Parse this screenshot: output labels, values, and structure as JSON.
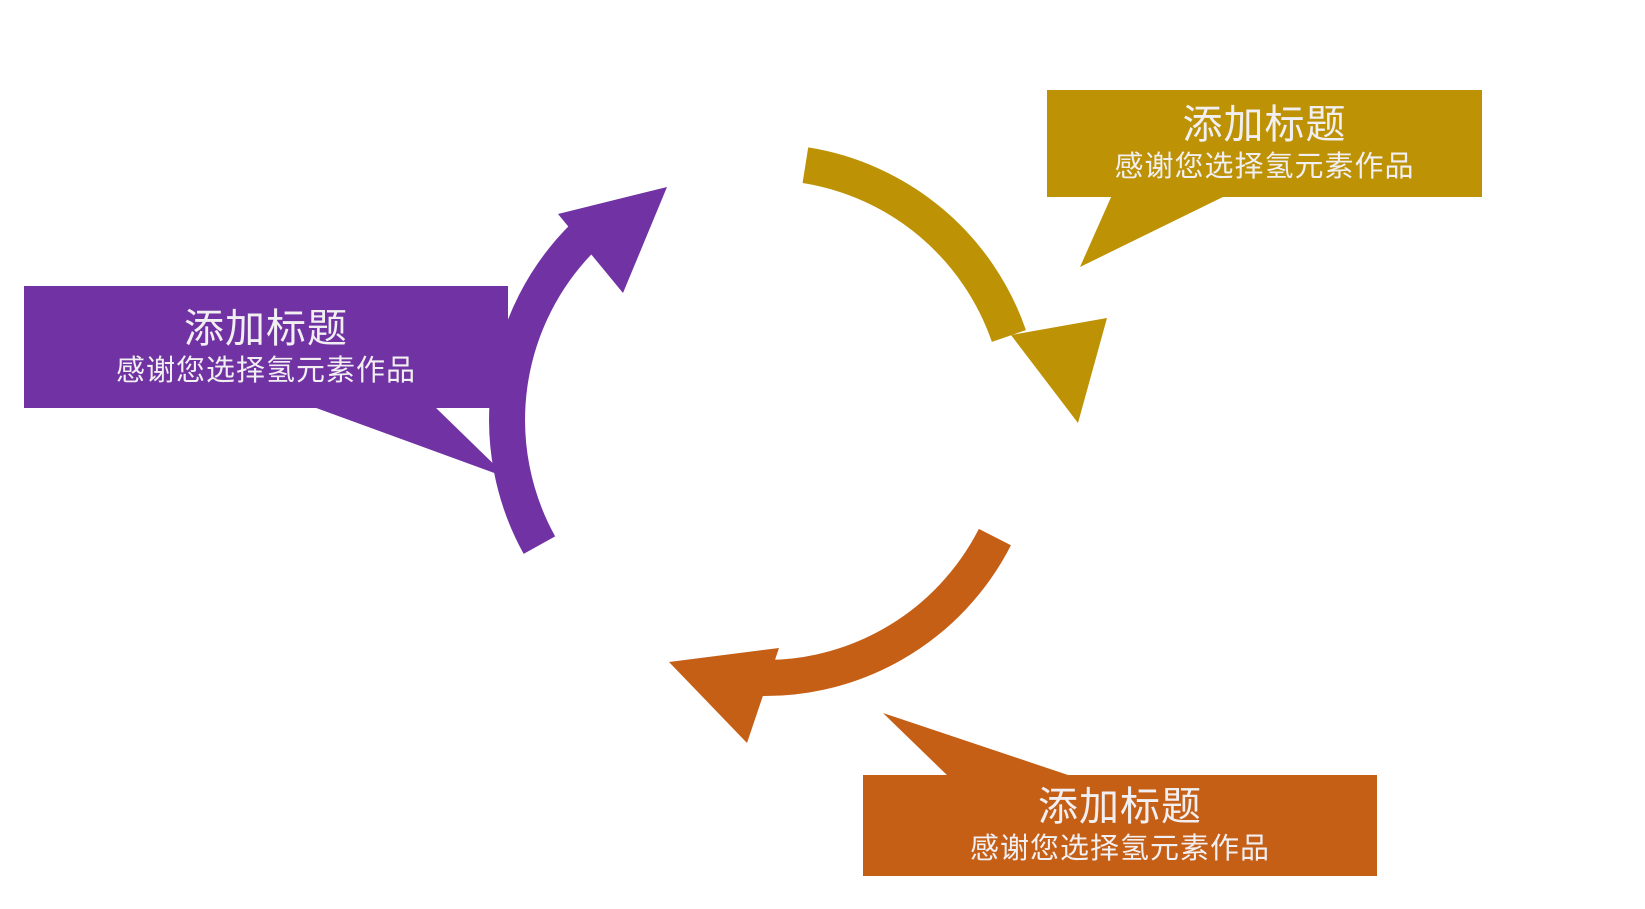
{
  "page": {
    "background_color": "#FFFFFF"
  },
  "diagram": {
    "type": "cycle-arrow-callout",
    "direction": "clockwise",
    "text_color": "#F1EFF2",
    "nodes": [
      {
        "position": "top-right",
        "color": "#BD9204",
        "title": "添加标题",
        "subtitle": "感谢您选择氢元素作品"
      },
      {
        "position": "left",
        "color": "#7133A3",
        "title": "添加标题",
        "subtitle": "感谢您选择氢元素作品"
      },
      {
        "position": "bottom",
        "color": "#C65F16",
        "title": "添加标题",
        "subtitle": "感谢您选择氢元素作品"
      }
    ]
  }
}
